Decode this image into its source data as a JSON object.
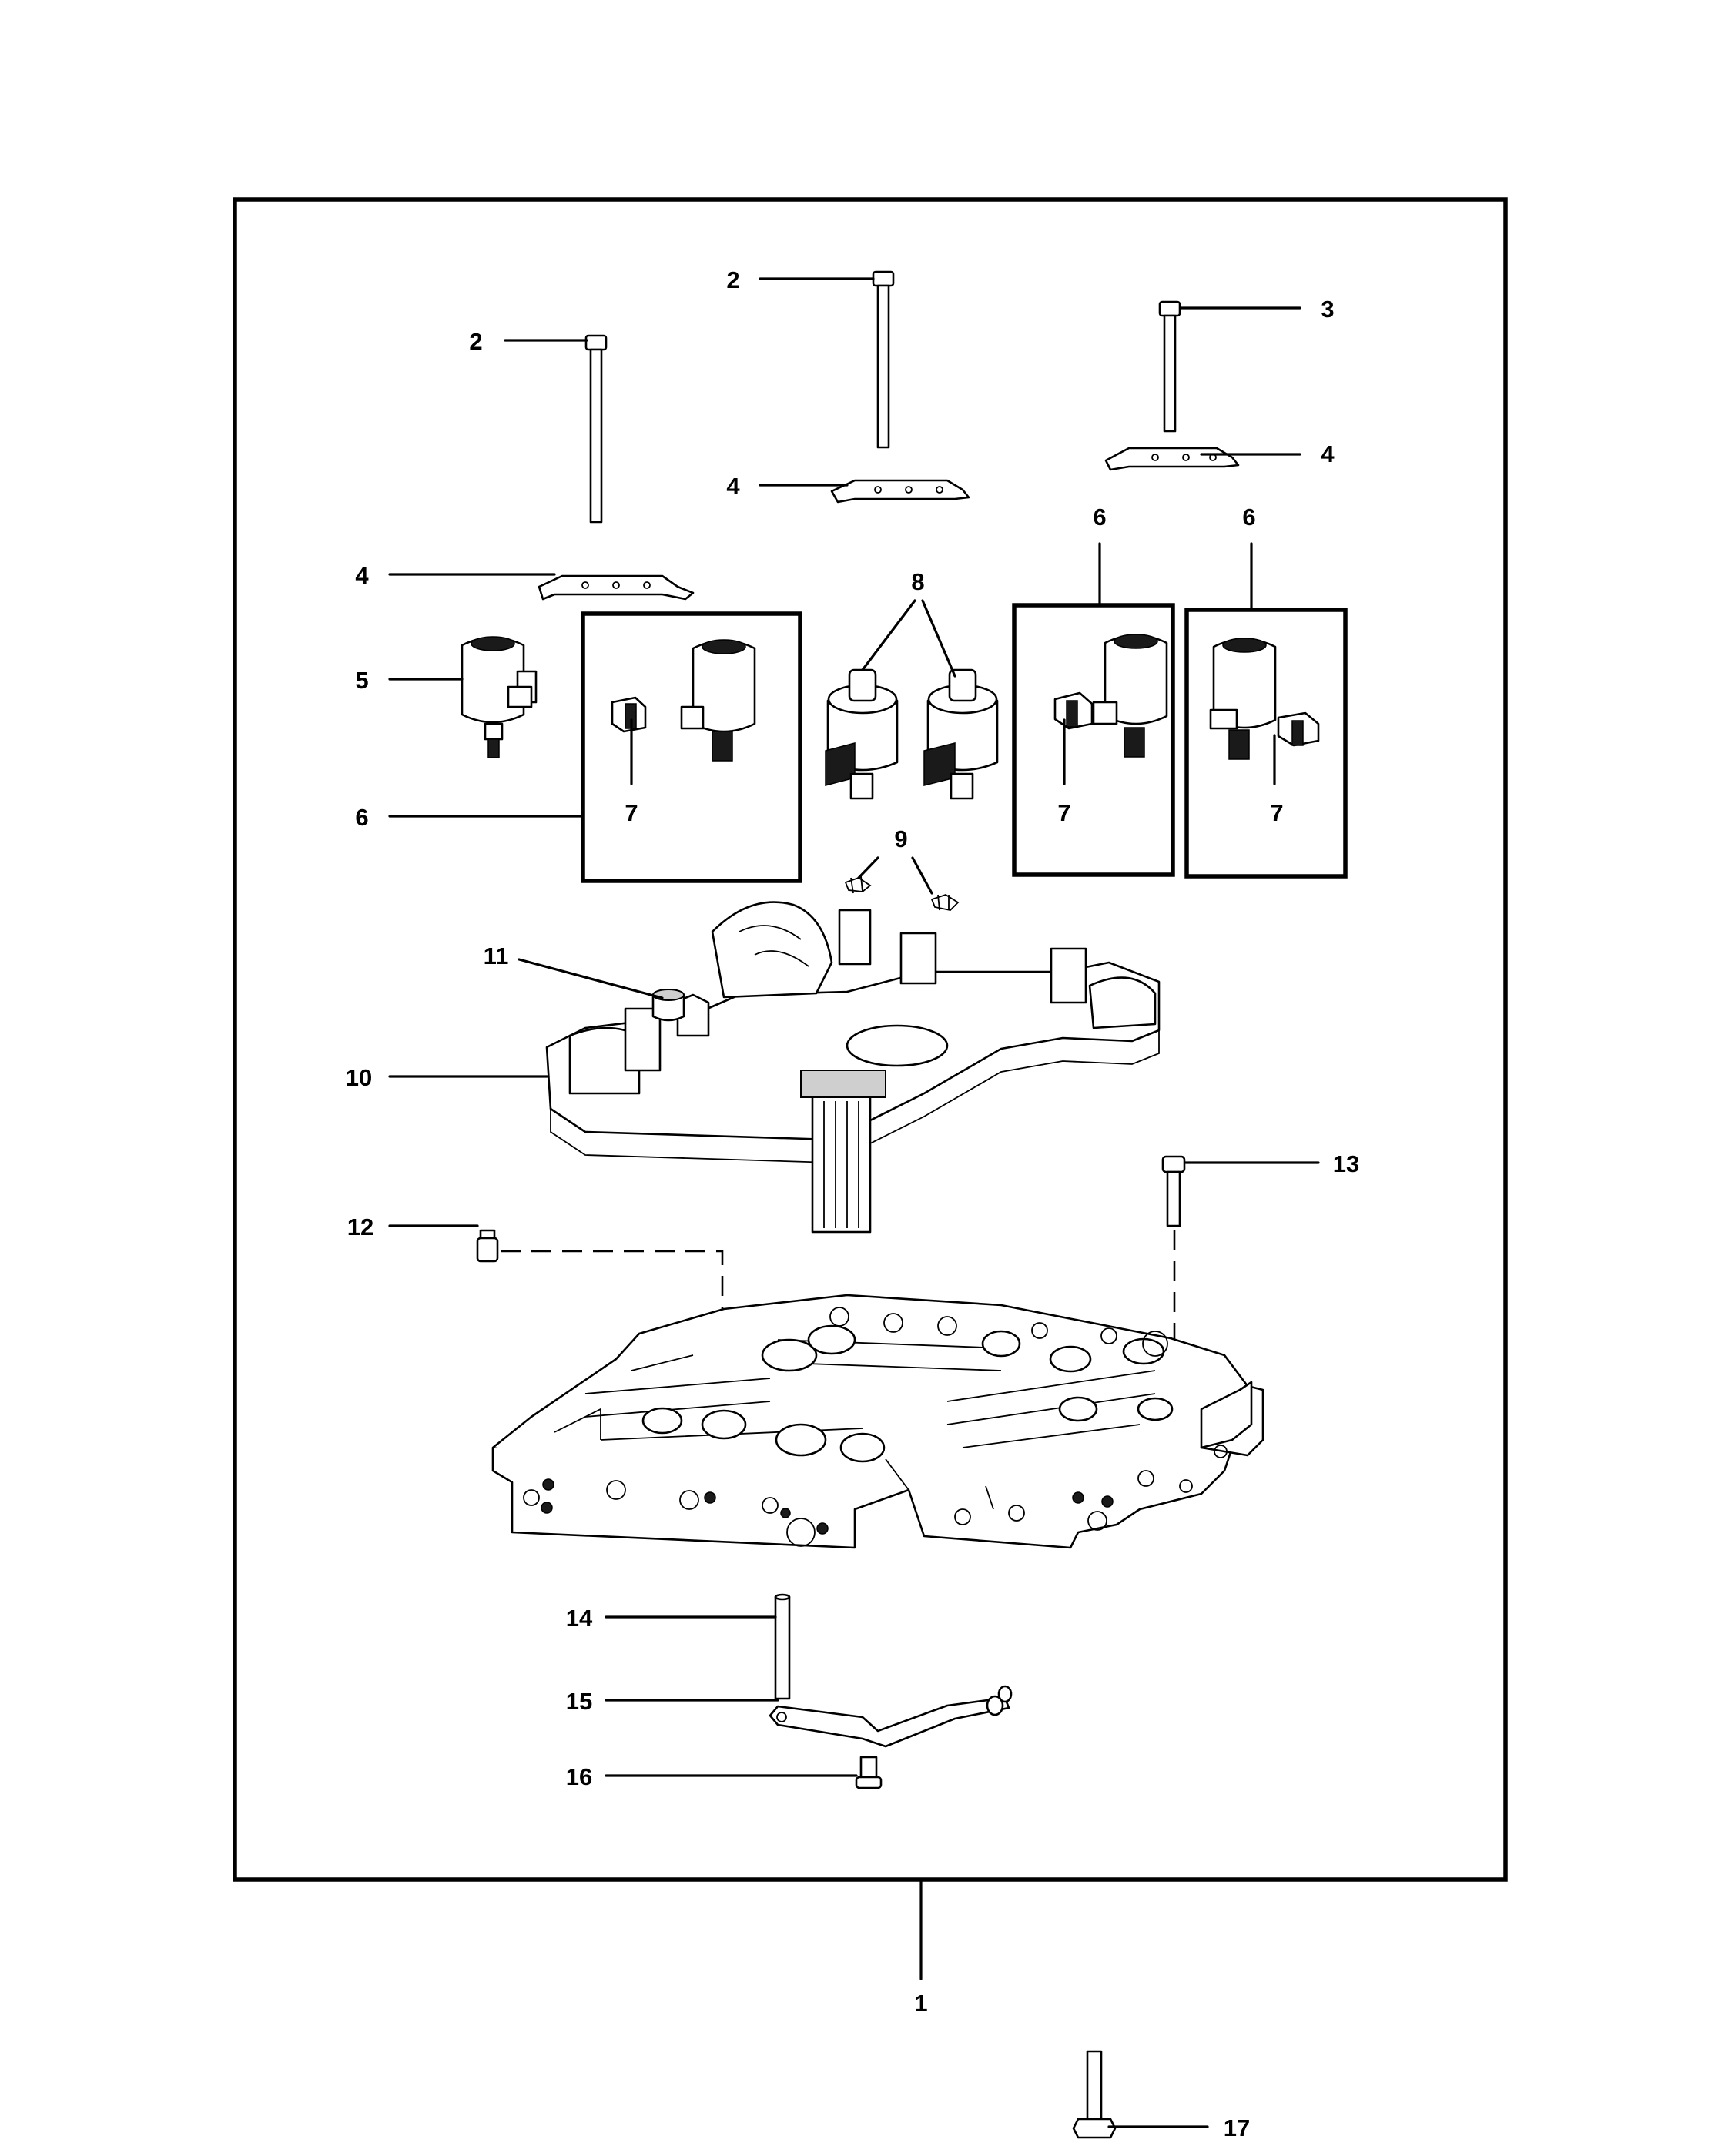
{
  "callouts": {
    "c1": "1",
    "c2a": "2",
    "c2b": "2",
    "c3": "3",
    "c4a": "4",
    "c4b": "4",
    "c4c": "4",
    "c5": "5",
    "c6a": "6",
    "c6b": "6",
    "c6c": "6",
    "c7a": "7",
    "c7b": "7",
    "c7c": "7",
    "c8": "8",
    "c9": "9",
    "c10": "10",
    "c11": "11",
    "c12": "12",
    "c13": "13",
    "c14": "14",
    "c15": "15",
    "c16": "16",
    "c17": "17"
  }
}
